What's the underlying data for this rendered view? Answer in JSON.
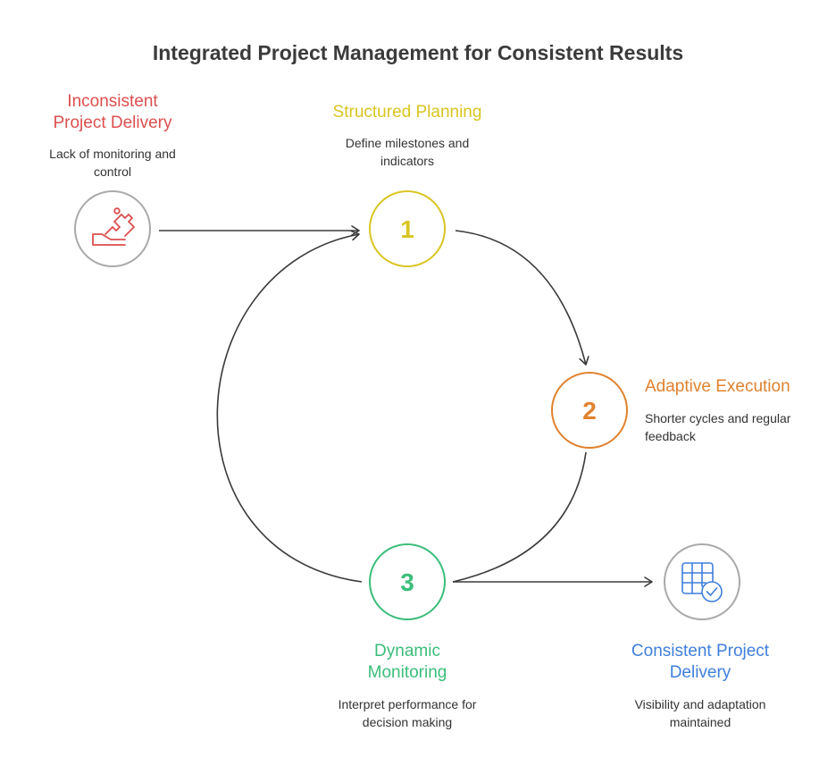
{
  "title": "Integrated Project Management for Consistent Results",
  "colors": {
    "red": "#dc4f4f",
    "yellow": "#d9c522",
    "orange": "#e0822e",
    "green": "#3bbd79",
    "blue": "#3f7fdc",
    "gray": "#a9a9a9",
    "line": "#3a3a3a"
  },
  "start": {
    "heading_line1": "Inconsistent",
    "heading_line2": "Project Delivery",
    "desc_line1": "Lack of monitoring and",
    "desc_line2": "control",
    "icon": "puzzle-hand-icon"
  },
  "steps": [
    {
      "number": "1",
      "heading": "Structured Planning",
      "desc_line1": "Define milestones and",
      "desc_line2": "indicators"
    },
    {
      "number": "2",
      "heading": "Adaptive Execution",
      "desc_line1": "Shorter cycles and regular",
      "desc_line2": "feedback"
    },
    {
      "number": "3",
      "heading_line1": "Dynamic",
      "heading_line2": "Monitoring",
      "desc_line1": "Interpret performance for",
      "desc_line2": "decision making"
    }
  ],
  "end": {
    "heading_line1": "Consistent Project",
    "heading_line2": "Delivery",
    "desc_line1": "Visibility and adaptation",
    "desc_line2": "maintained",
    "icon": "grid-check-icon"
  }
}
